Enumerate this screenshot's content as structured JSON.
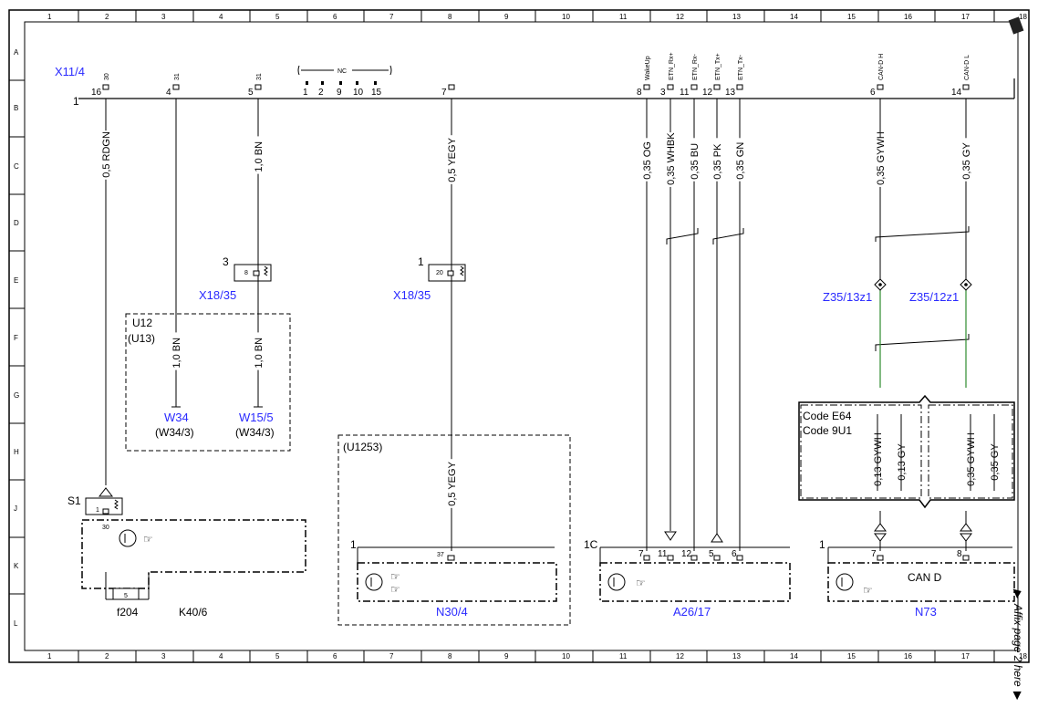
{
  "grid": {
    "columns": [
      "1",
      "2",
      "3",
      "4",
      "5",
      "6",
      "7",
      "8",
      "9",
      "10",
      "11",
      "12",
      "13",
      "14",
      "15",
      "16",
      "17",
      "18"
    ],
    "rows": [
      "A",
      "B",
      "C",
      "D",
      "E",
      "F",
      "G",
      "H",
      "J",
      "K",
      "L"
    ]
  },
  "header": {
    "connector": "X11/4",
    "bus_number": "1"
  },
  "top_pins": [
    {
      "num": "16",
      "sig": "30"
    },
    {
      "num": "4",
      "sig": "31"
    },
    {
      "num": "5",
      "sig": "31"
    },
    {
      "num": "7",
      "sig": ""
    },
    {
      "num": "8",
      "sig": "WakeUp"
    },
    {
      "num": "3",
      "sig": "ETN_Rx+"
    },
    {
      "num": "11",
      "sig": "ETN_Rx-"
    },
    {
      "num": "12",
      "sig": "ETN_Tx+"
    },
    {
      "num": "13",
      "sig": "ETN_Tx-"
    },
    {
      "num": "6",
      "sig": "CAN-D H"
    },
    {
      "num": "14",
      "sig": "CAN-D L"
    }
  ],
  "nc_group": {
    "label": "NC",
    "pins": [
      "1",
      "2",
      "9",
      "10",
      "15"
    ]
  },
  "wires": [
    {
      "label": "0,5 RDGN"
    },
    {
      "label": "1,0 BN"
    },
    {
      "label": "0,5 YEGY"
    },
    {
      "label": "0,35 OG"
    },
    {
      "label": "0,35 WHBK"
    },
    {
      "label": "0,35 BU"
    },
    {
      "label": "0,35 PK"
    },
    {
      "label": "0,35 GN"
    },
    {
      "label": "0,35 GYWH"
    },
    {
      "label": "0,35 GY"
    },
    {
      "label": "1,0 BN"
    },
    {
      "label": "1,0 BN"
    },
    {
      "label": "0,5 YEGY"
    },
    {
      "label": "0,13 GYWH"
    },
    {
      "label": "0,13 GY"
    },
    {
      "label": "0,35 GYWH"
    },
    {
      "label": "0,35 GY"
    }
  ],
  "connectors": {
    "x18_left": {
      "name": "X18/35",
      "outer_pin": "3",
      "pin": "8"
    },
    "x18_right": {
      "name": "X18/35",
      "outer_pin": "1",
      "pin": "20"
    },
    "z35_left": "Z35/13z1",
    "z35_right": "Z35/12z1"
  },
  "u12_box": {
    "title": "U12",
    "subtitle": "(U13)",
    "ground1": "W34",
    "ground1_alt": "(W34/3)",
    "ground2": "W15/5",
    "ground2_alt": "(W34/3)"
  },
  "u1253_box": {
    "title": "(U1253)"
  },
  "code_box": {
    "line1": "Code E64",
    "line2": "Code 9U1"
  },
  "modules": {
    "k40": {
      "name": "K40/6",
      "connector": "S1",
      "pin1": "1",
      "pin30": "30",
      "fuse_num": "5",
      "fuse": "f204"
    },
    "n30": {
      "name": "N30/4",
      "connector": "1",
      "pin": "37"
    },
    "a26": {
      "name": "A26/17",
      "connector": "1C",
      "pins": [
        "7",
        "11",
        "12",
        "5",
        "6"
      ]
    },
    "n73": {
      "name": "N73",
      "connector": "1",
      "pins": [
        "7",
        "8"
      ],
      "label": "CAN D"
    }
  },
  "side_note": "Affix page 2 here",
  "colors": {
    "reference_blue": "#2a2aff",
    "can_green": "#2e8b2e"
  }
}
